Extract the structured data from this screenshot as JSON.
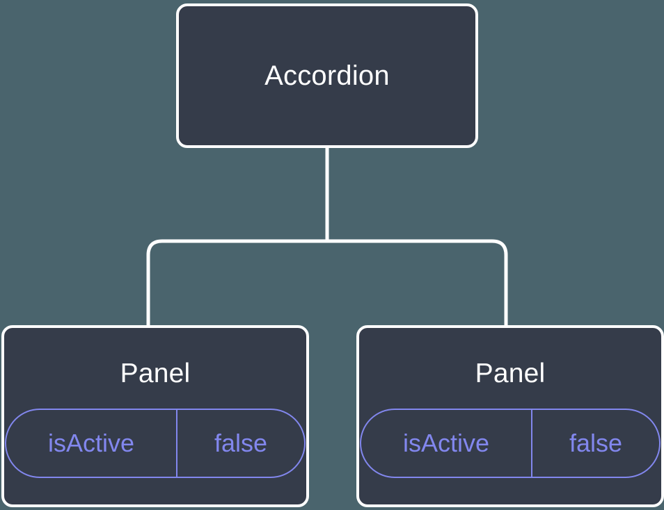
{
  "diagram": {
    "type": "component-tree",
    "background_color": "#4a646d",
    "node_fill_color": "#353c4a",
    "node_border_color": "#ffffff",
    "node_label_color": "#ffffff",
    "prop_accent_color": "#8287ee",
    "edge_color": "#ffffff"
  },
  "root": {
    "label": "Accordion"
  },
  "children": [
    {
      "label": "Panel",
      "prop": {
        "name": "isActive",
        "value": "false"
      }
    },
    {
      "label": "Panel",
      "prop": {
        "name": "isActive",
        "value": "false"
      }
    }
  ]
}
